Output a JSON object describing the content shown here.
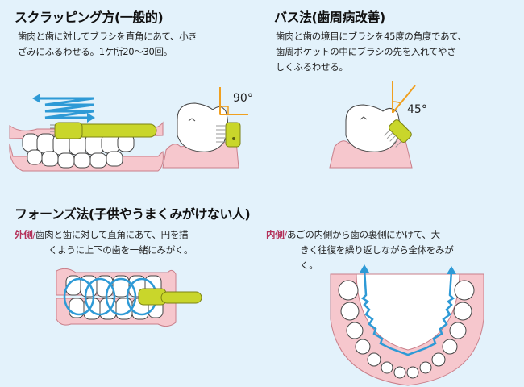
{
  "scrub": {
    "title": "スクラッピング方(一般的)",
    "line1": "歯肉と歯に対してブラシを直角にあて、小き",
    "line2": "ざみにふるわせる。1ケ所20〜30回。",
    "angle": "90°"
  },
  "bass": {
    "title": "バス法(歯周病改善)",
    "line1": "歯肉と歯の境目にブラシを45度の角度であて、",
    "line2": "歯周ポケットの中にブラシの先を入れてやさ",
    "line3": "しくふるわせる。",
    "angle": "45°"
  },
  "fones": {
    "title": "フォーンズ法(子供やうまくみがけない人)",
    "outer_label": "外側",
    "outer_line1": "歯肉と歯に対して直角にあて、円を描",
    "outer_line2": "くように上下の歯を一緒にみがく。",
    "inner_label": "内側",
    "inner_line1": "あごの内側から歯の裏側にかけて、大",
    "inner_line2": "きく往復を繰り返しながら全体をみが",
    "inner_line3": "く。",
    "slash": "/"
  },
  "colors": {
    "background": "#e3f2fb",
    "gum": "#f6c7cd",
    "brush": "#c9d62b",
    "arrow": "#2e9ad6",
    "angle_marker": "#f0a020",
    "accent_label": "#b4325a"
  }
}
